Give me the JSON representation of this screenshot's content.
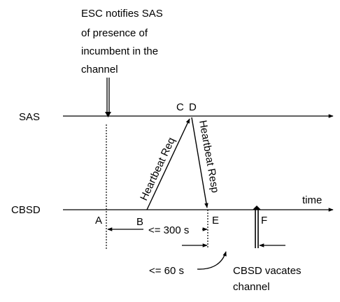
{
  "esc_note": {
    "lines": [
      "ESC notifies SAS",
      "of presence of",
      "incumbent in the",
      "channel"
    ]
  },
  "timelines": {
    "sas_label": "SAS",
    "cbsd_label": "CBSD",
    "time_label": "time"
  },
  "points": {
    "a": "A",
    "b": "B",
    "c": "C",
    "d": "D",
    "e": "E",
    "f": "F"
  },
  "messages": {
    "heartbeat_req": "Heartbeat Req",
    "heartbeat_resp": "Heartbeat Resp"
  },
  "constraints": {
    "ab_to_e": "<= 300 s",
    "e_to_f": "<= 60 s"
  },
  "vacate_note": {
    "lines": [
      "CBSD vacates",
      "channel"
    ]
  }
}
